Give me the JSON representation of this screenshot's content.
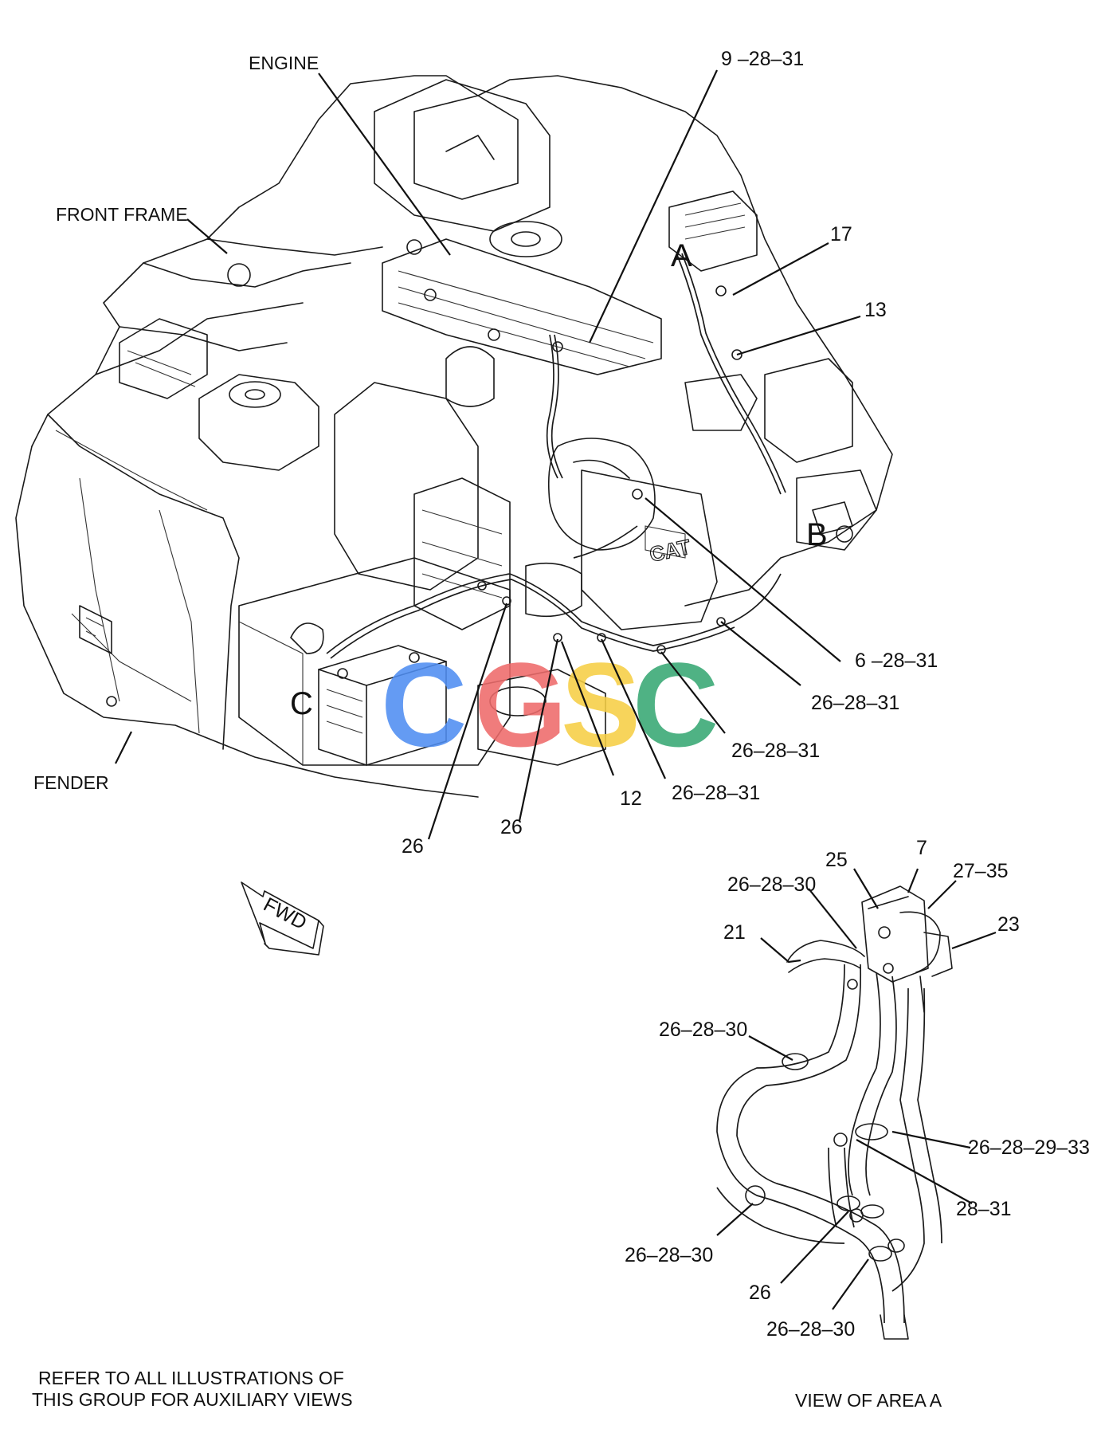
{
  "labels": {
    "engine": "ENGINE",
    "front_frame": "FRONT FRAME",
    "fender": "FENDER",
    "fwd": "FWD",
    "area_a": "A",
    "area_b": "B",
    "area_c": "C",
    "p_9_28_31": "9 –28–31",
    "p_17": "17",
    "p_13": "13",
    "p_6_28_31": "6 –28–31",
    "p_26_28_31_a": "26–28–31",
    "p_26_28_31_b": "26–28–31",
    "p_26_28_31_c": "26–28–31",
    "p_12": "12",
    "p_26_a": "26",
    "p_26_b": "26",
    "d_25": "25",
    "d_7": "7",
    "d_27_35": "27–35",
    "d_26_28_30_top": "26–28–30",
    "d_21": "21",
    "d_23": "23",
    "d_26_28_30_mid": "26–28–30",
    "d_26_28_29_33": "26–28–29–33",
    "d_28_31": "28–31",
    "d_26_28_30_low": "26–28–30",
    "d_26": "26",
    "d_26_28_30_bottom": "26–28–30",
    "refer_line1": "REFER TO ALL ILLUSTRATIONS OF",
    "refer_line2": "THIS GROUP FOR AUXILIARY VIEWS",
    "view_caption": "VIEW OF AREA A"
  },
  "watermark": {
    "letters": [
      "C",
      "G",
      "S",
      "C"
    ],
    "colors": [
      "#4f8ef2",
      "#ee6b6b",
      "#f6cf45",
      "#37a874"
    ]
  }
}
